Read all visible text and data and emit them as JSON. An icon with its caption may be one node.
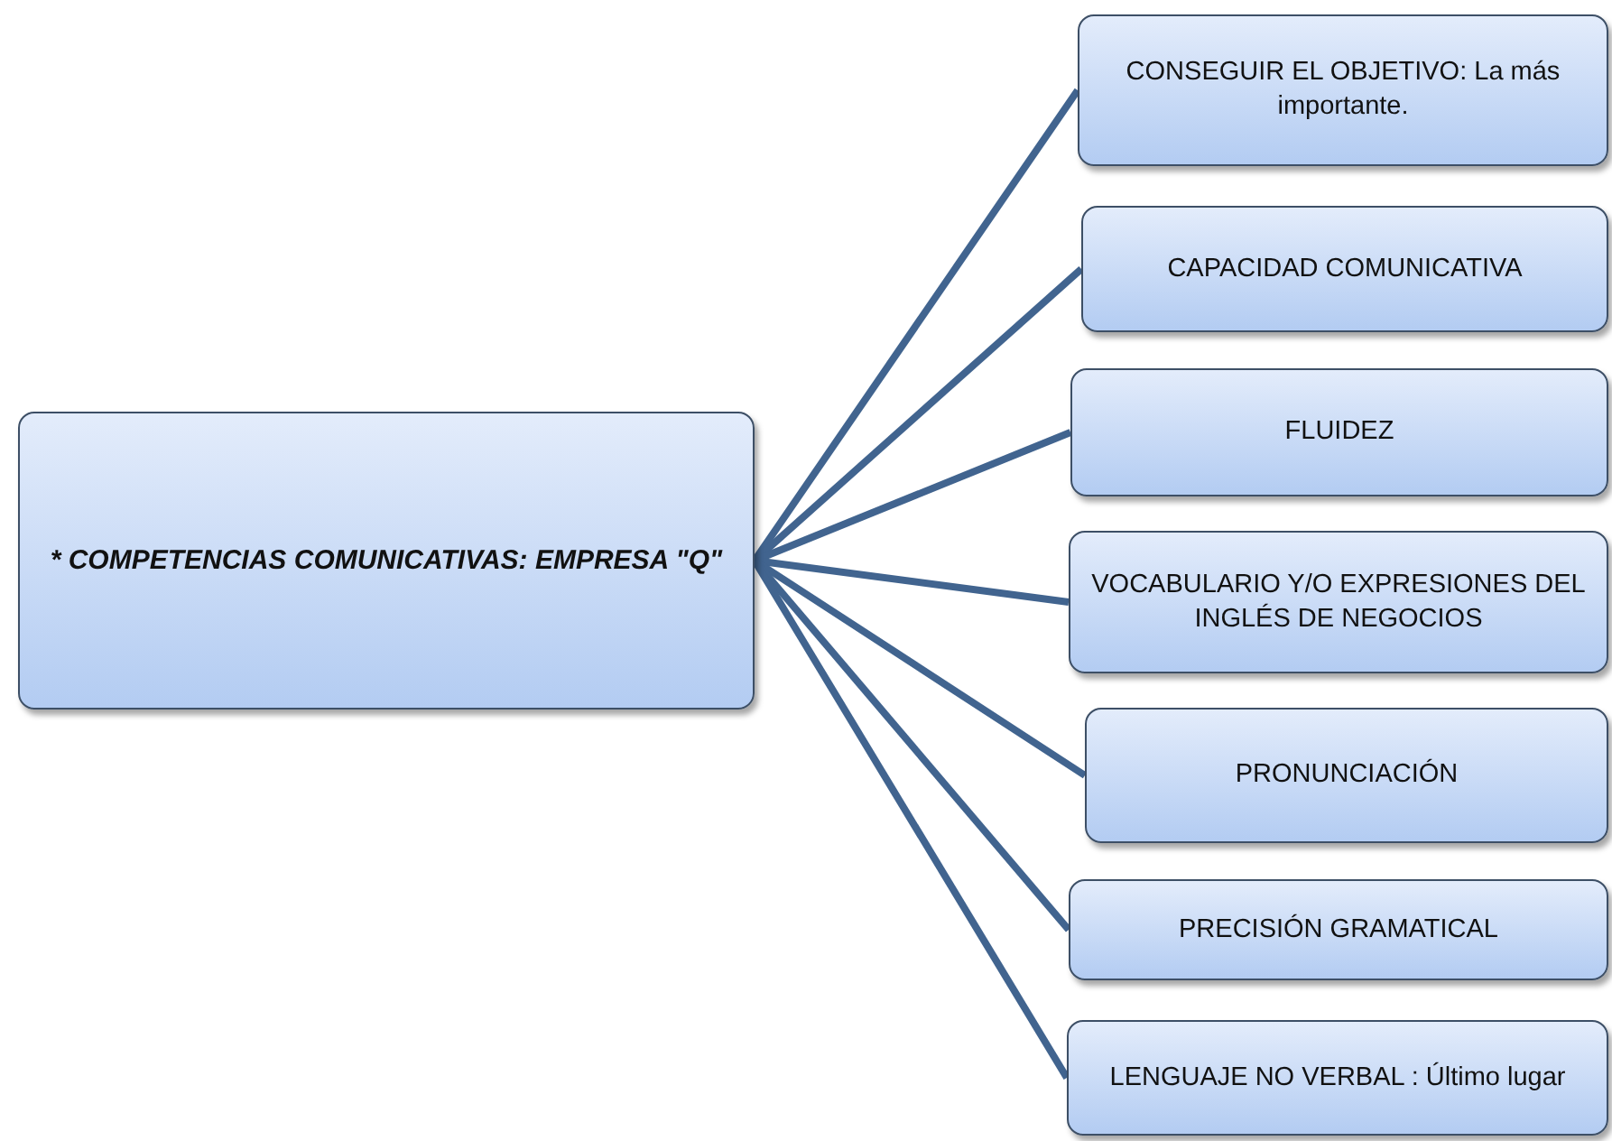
{
  "diagram": {
    "nodes": [
      {
        "text": [
          "* COMPETENCIAS COMUNICATIVAS: EMPRESA \"Q\""
        ]
      },
      {
        "text": [
          "CONSEGUIR EL OBJETIVO: La más importante."
        ]
      },
      {
        "text": [
          "CAPACIDAD COMUNICATIVA"
        ]
      },
      {
        "text": [
          "FLUIDEZ"
        ]
      },
      {
        "text": [
          "VOCABULARIO Y/O EXPRESIONES DEL INGLÉS DE NEGOCIOS"
        ]
      },
      {
        "text": [
          "PRONUNCIACIÓN"
        ]
      },
      {
        "text": [
          "PRECISIÓN GRAMATICAL"
        ]
      },
      {
        "text": [
          "LENGUAJE NO VERBAL : Último lugar"
        ]
      }
    ],
    "edges": [
      {
        "from": 0,
        "to": 1,
        "arrow": "none"
      },
      {
        "from": 0,
        "to": 2,
        "arrow": "none"
      },
      {
        "from": 0,
        "to": 3,
        "arrow": "none"
      },
      {
        "from": 0,
        "to": 4,
        "arrow": "none"
      },
      {
        "from": 0,
        "to": 5,
        "arrow": "none"
      },
      {
        "from": 0,
        "to": 6,
        "arrow": "none"
      },
      {
        "from": 0,
        "to": 7,
        "arrow": "none"
      }
    ]
  }
}
